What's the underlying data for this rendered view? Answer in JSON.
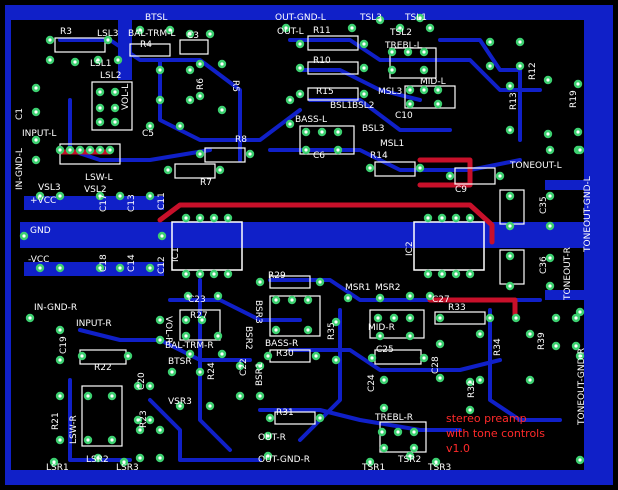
{
  "board": {
    "colors": {
      "background": "#000000",
      "copper": "#1020c8",
      "top_copper": "#c8102a",
      "pad": "#3cd070",
      "silkscreen": "#ffffff",
      "note": "#ff2a2a"
    },
    "note_lines": [
      "stereo preamp",
      "with tone controls",
      "v1.0"
    ],
    "labels": {
      "btsl": "BTSL",
      "out_gnd_l": "OUT-GND-L",
      "tsl3": "TSL3",
      "tsl1": "TSL1",
      "r3": "R3",
      "lsl3": "LSL3",
      "bal_trm_l": "BAL-TRM-L",
      "r4": "R4",
      "c3": "C3",
      "out_l": "OUT-L",
      "r11": "R11",
      "tsl2": "TSL2",
      "treble_l": "TREBL-L",
      "lsl1": "LSL1",
      "lsl2": "LSL2",
      "r10": "R10",
      "r12": "R12",
      "r5": "R5",
      "r6": "R6",
      "vol_l": "VOL-L",
      "r15": "R15",
      "msl3": "MSL3",
      "mid_l": "MID-L",
      "r13": "R13",
      "r19": "R19",
      "bsl1": "BSL1",
      "bsl2": "BSL2",
      "bass_l": "BASS-L",
      "c10": "C10",
      "c1": "C1",
      "input_l": "INPUT-L",
      "c5": "C5",
      "bsl3": "BSL3",
      "in_gnd_l": "IN-GND-L",
      "r8": "R8",
      "c6": "C6",
      "msl1": "MSL1",
      "r14": "R14",
      "lsw_l": "LSW-L",
      "r7": "R7",
      "toneout_l": "TONEOUT-L",
      "c9": "C9",
      "vsl3": "VSL3",
      "vsl2": "VSL2",
      "vcc_pos": "+VCC",
      "c17": "C17",
      "c13": "C13",
      "c11": "C11",
      "c35": "C35",
      "toneout_gnd_l": "TONEOUT-GND-L",
      "gnd": "GND",
      "ic1": "IC1",
      "ic2": "IC2",
      "vcc_neg": "-VCC",
      "c18": "C18",
      "c14": "C14",
      "c12": "C12",
      "c36": "C36",
      "toneout_r": "TONEOUT-R",
      "r29": "R29",
      "c23": "C23",
      "msr1": "MSR1",
      "msr2": "MSR2",
      "c27": "C27",
      "r33": "R33",
      "in_gnd_r": "IN-GND-R",
      "bsr3": "BSR3",
      "r35": "R35",
      "input_r": "INPUT-R",
      "r27": "R27",
      "vol_r": "VOL-R",
      "bsr2": "BSR2",
      "mid_r": "MID-R",
      "r34": "R34",
      "r39": "R39",
      "c19": "C19",
      "bal_trm_r": "BAL-TRM-R",
      "bass_r": "BASS-R",
      "r30": "R30",
      "c25": "C25",
      "r22": "R22",
      "btsr": "BTSR",
      "c20": "C20",
      "r24": "R24",
      "c22": "C22",
      "bsr1": "BSR1",
      "c28": "C28",
      "toneout_gnd_r": "TONEOUT-GND-R",
      "vsr3": "VSR3",
      "c24": "C24",
      "r32": "R32",
      "r21": "R21",
      "lsw_r": "LSW-R",
      "r23": "R23",
      "r31": "R31",
      "treble_r": "TREBL-R",
      "out_r": "OUT-R",
      "out_gnd_r": "OUT-GND-R",
      "tsr2": "TSR2",
      "lsr1": "LSR1",
      "lsr2": "LSR2",
      "lsr3": "LSR3",
      "tsr1": "TSR1",
      "tsr3": "TSR3"
    }
  }
}
